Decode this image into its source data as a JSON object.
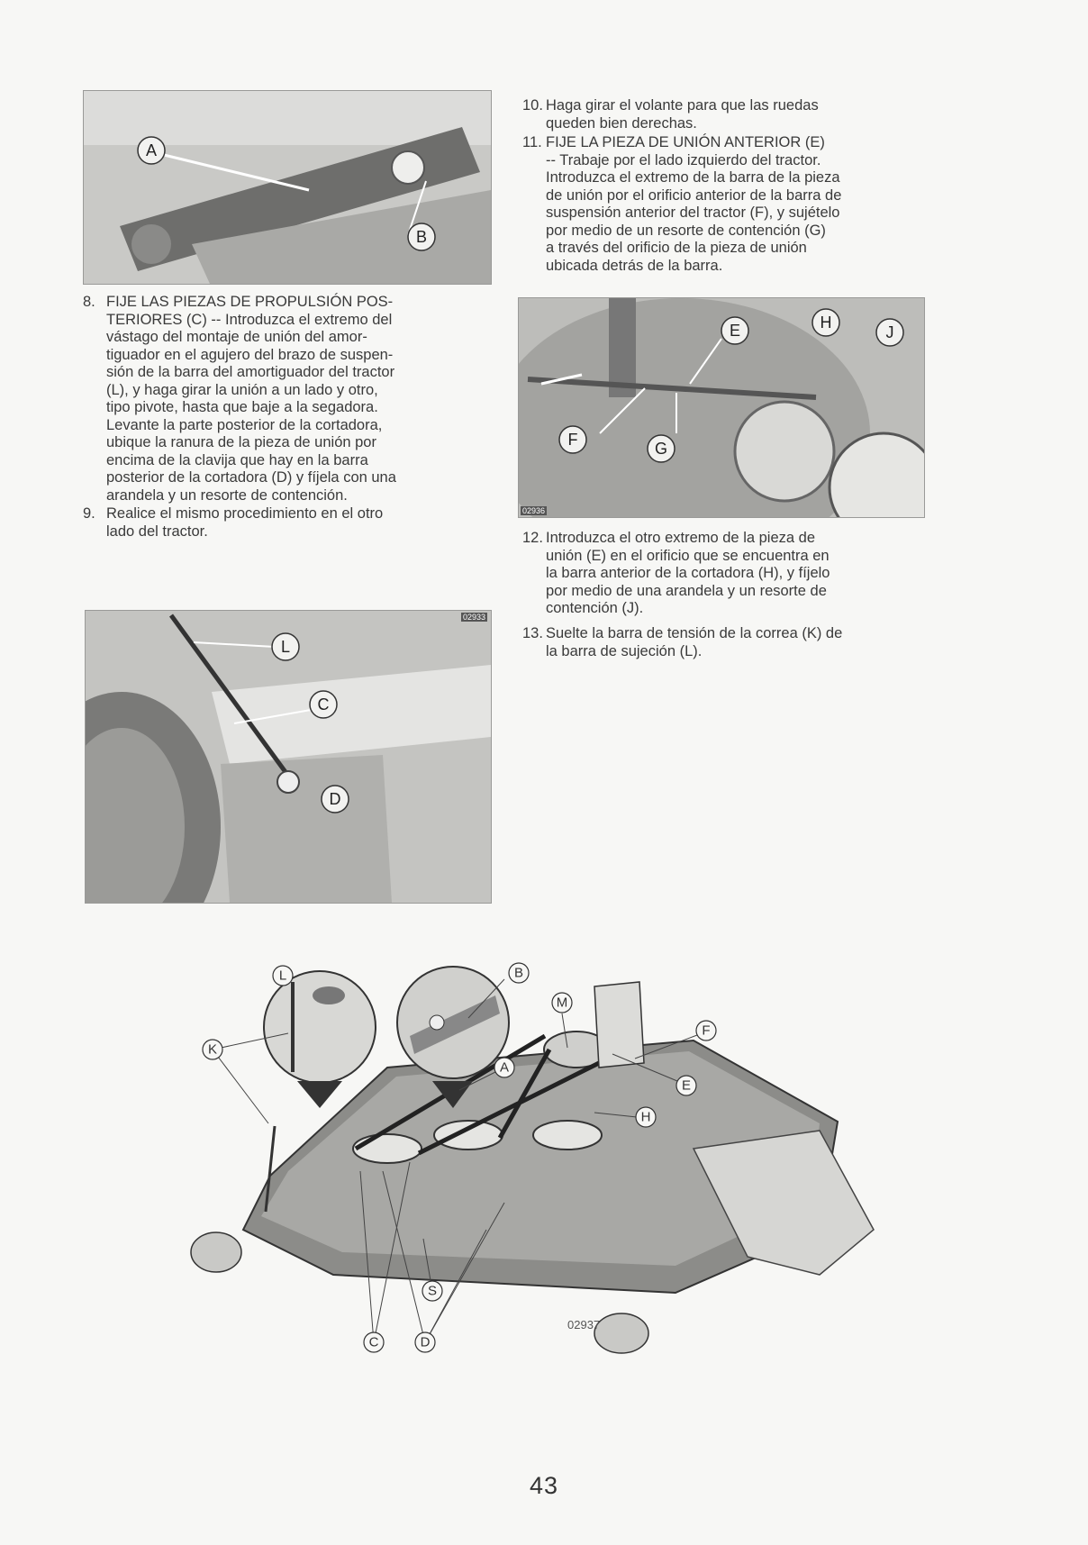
{
  "figure1": {
    "callouts": [
      "A",
      "B"
    ]
  },
  "figure2": {
    "code": "02933",
    "callouts": [
      "L",
      "C",
      "D"
    ]
  },
  "figure3": {
    "code": "02936",
    "callouts": [
      "E",
      "H",
      "J",
      "F",
      "G"
    ]
  },
  "diagram": {
    "code": "02937",
    "callouts": [
      "L",
      "K",
      "B",
      "M",
      "F",
      "A",
      "E",
      "H",
      "S",
      "C",
      "D"
    ]
  },
  "steps": {
    "s8": {
      "num": "8.",
      "text": "FIJE LAS PIEZAS DE PROPULSIÓN POS-\nTERIORES (C) -- Introduzca el extremo del\nvástago del montaje de unión del amor-\ntiguador en el agujero del brazo de suspen-\nsión de la barra del amortiguador del tractor\n(L), y haga girar la unión a un lado y otro,\ntipo pivote, hasta que baje a la segadora.\nLevante la parte posterior de la cortadora,\nubique la ranura de la pieza de unión por\nencima de la clavija que hay en la barra\nposterior de la cortadora (D) y fíjela con una\narandela y un resorte de contención."
    },
    "s9": {
      "num": "9.",
      "text": "Realice el mismo procedimiento en el otro\nlado del tractor."
    },
    "s10": {
      "num": "10.",
      "text": "Haga girar el volante para que las ruedas\nqueden bien derechas."
    },
    "s11": {
      "num": "11.",
      "text": "FIJE LA PIEZA DE UNIÓN ANTERIOR (E)\n-- Trabaje por el lado izquierdo del tractor.\nIntroduzca el extremo de la barra de la pieza\nde unión por el orificio anterior de la barra de\nsuspensión anterior del tractor (F), y sujételo\npor medio de un resorte de contención (G)\na través del orificio de la pieza de unión\nubicada detrás de la barra."
    },
    "s12": {
      "num": "12.",
      "text": "Introduzca el otro extremo de la pieza de\nunión (E) en el orificio que se encuentra en\nla barra anterior de la cortadora (H), y fíjelo\npor medio de una arandela y un resorte de\ncontención (J)."
    },
    "s13": {
      "num": "13.",
      "text": "Suelte la barra de tensión de la correa (K) de\nla barra de sujeción (L)."
    }
  },
  "page_number": "43"
}
